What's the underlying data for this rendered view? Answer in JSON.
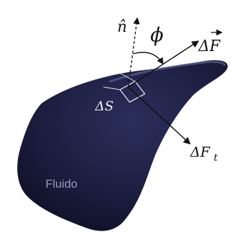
{
  "labels": {
    "normal_vector": "n̂",
    "angle": "ϕ",
    "force_vector": "ΔF",
    "area_element": "ΔS",
    "tangential_force": "ΔF",
    "tangential_subscript": "t",
    "fluid": "Fluido"
  },
  "colors": {
    "blob_fill": "#1b1d3f",
    "blob_highlight": "#5a5f93",
    "arrows": "#111111",
    "fluid_text": "#9a9ab5",
    "background": "#ffffff"
  }
}
